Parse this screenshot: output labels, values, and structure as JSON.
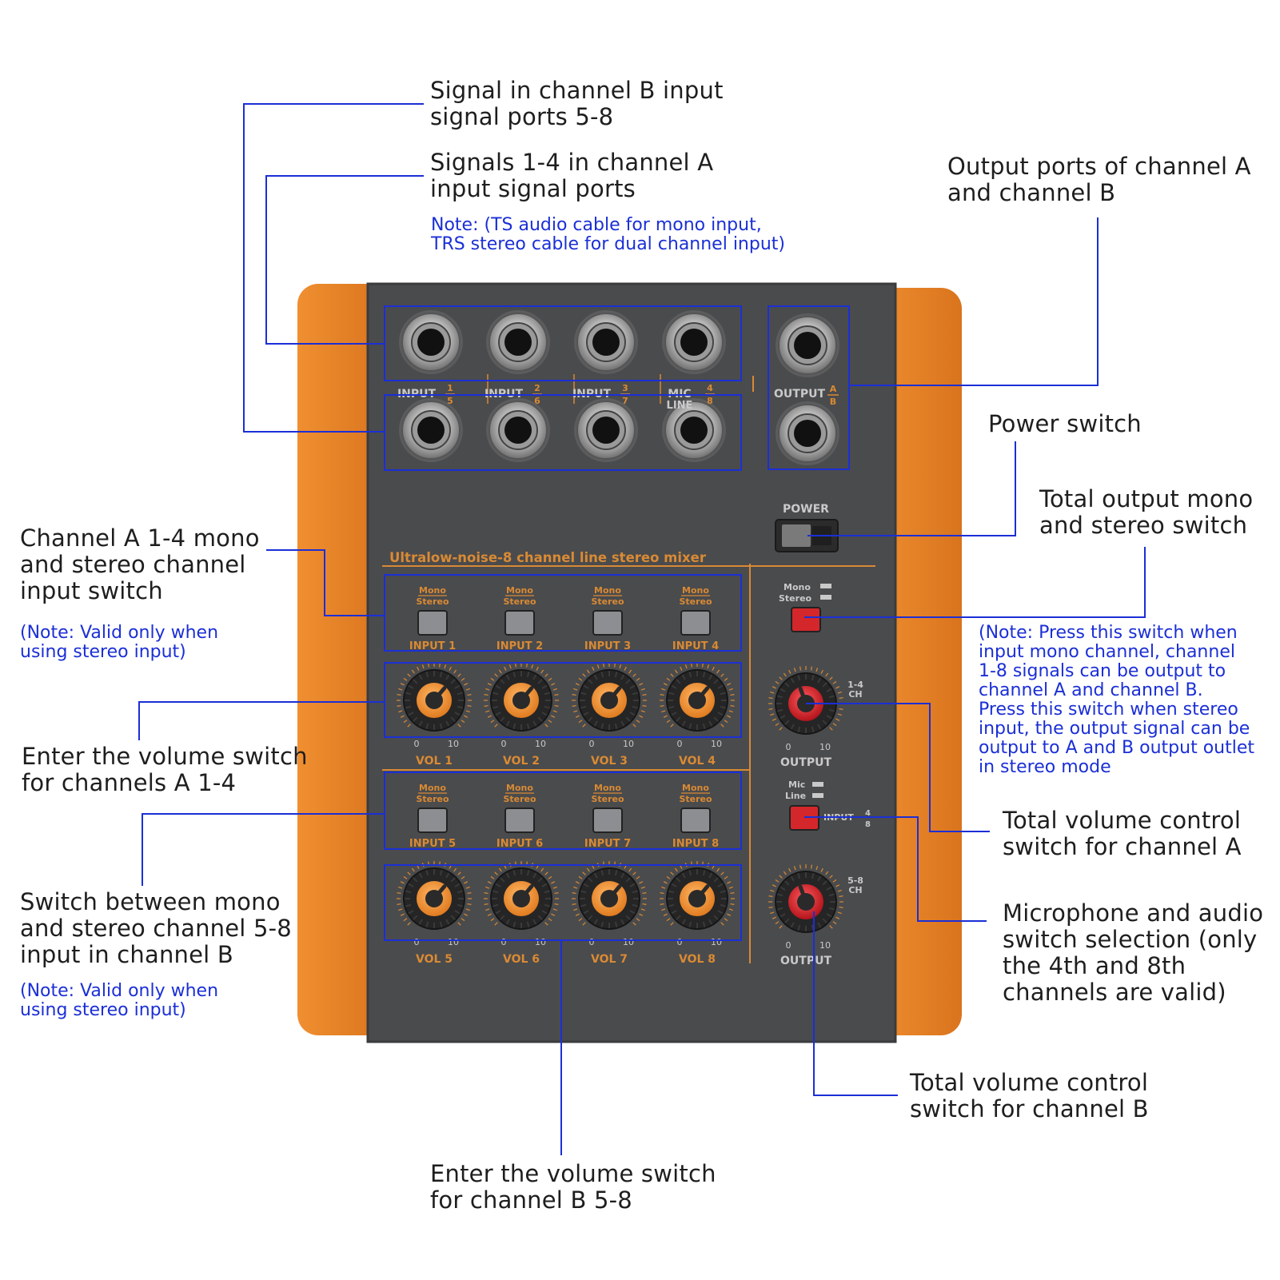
{
  "annotations": {
    "b_ports": [
      "Signal in channel B input",
      "signal ports 5-8"
    ],
    "a_ports": [
      "Signals 1-4 in channel A",
      "input signal ports"
    ],
    "a_ports_note": [
      "Note: (TS audio cable for mono input,",
      "TRS stereo cable for dual channel input)"
    ],
    "output_ports": [
      "Output ports of channel A",
      "and channel B"
    ],
    "power": [
      "Power switch"
    ],
    "total_mono": [
      "Total output mono",
      "and stereo switch"
    ],
    "total_mono_note": [
      "(Note: Press this switch when",
      "input mono channel, channel",
      "1-8 signals can be output to",
      "channel A and channel B.",
      "Press this switch when stereo",
      "input, the output signal can be",
      "output to A and B output outlet",
      "in stereo mode"
    ],
    "a_switch": [
      "Channel A 1-4 mono",
      "and stereo channel",
      "input switch"
    ],
    "a_switch_note": [
      "(Note: Valid only when",
      "using stereo input)"
    ],
    "a_volume": [
      "Enter the volume switch",
      "for channels A 1-4"
    ],
    "b_switch": [
      "Switch between mono",
      "and stereo channel 5-8",
      "input in channel B"
    ],
    "b_switch_note": [
      "(Note: Valid only when",
      "using stereo input)"
    ],
    "total_a": [
      "Total volume control",
      "switch for channel A"
    ],
    "mic": [
      "Microphone and audio",
      "switch selection (only",
      "the 4th and 8th",
      "channels are valid)"
    ],
    "total_b": [
      "Total volume control",
      "switch for channel B"
    ],
    "b_volume": [
      "Enter the volume switch",
      "for channel B 5-8"
    ]
  },
  "panel": {
    "title": "Ultralow-noise-8 channel line stereo mixer",
    "input_labels": [
      "INPUT",
      "INPUT",
      "INPUT",
      "MIC"
    ],
    "input_fracs": [
      [
        "1",
        "5"
      ],
      [
        "2",
        "6"
      ],
      [
        "3",
        "7"
      ],
      [
        "4",
        "8"
      ]
    ],
    "line_label": "LINE",
    "output_label": "OUTPUT",
    "output_frac": [
      "A",
      "B"
    ],
    "power_label": "POWER",
    "mono": "Mono",
    "stereo": "Stereo",
    "mic_small": "Mic",
    "line_small": "Line",
    "inputs_row1": [
      "INPUT 1",
      "INPUT 2",
      "INPUT 3",
      "INPUT 4"
    ],
    "inputs_row2": [
      "INPUT 5",
      "INPUT 6",
      "INPUT 7",
      "INPUT 8"
    ],
    "vol_row1": [
      "VOL 1",
      "VOL 2",
      "VOL 3",
      "VOL 4"
    ],
    "vol_row2": [
      "VOL 5",
      "VOL 6",
      "VOL 7",
      "VOL 8"
    ],
    "scale_min": "0",
    "scale_max": "10",
    "ch_a": [
      "1-4",
      "CH"
    ],
    "ch_b": [
      "5-8",
      "CH"
    ],
    "mic_input_label": "INPUT",
    "mic_input_frac": [
      "4",
      "8"
    ]
  },
  "colors": {
    "orange": "#e8892c",
    "panel": "#4a4b4d",
    "accent_text": "#d98a34",
    "label_text": "#c9c9c9",
    "callout": "#1b2fd6",
    "red_button": "#d3272b"
  }
}
